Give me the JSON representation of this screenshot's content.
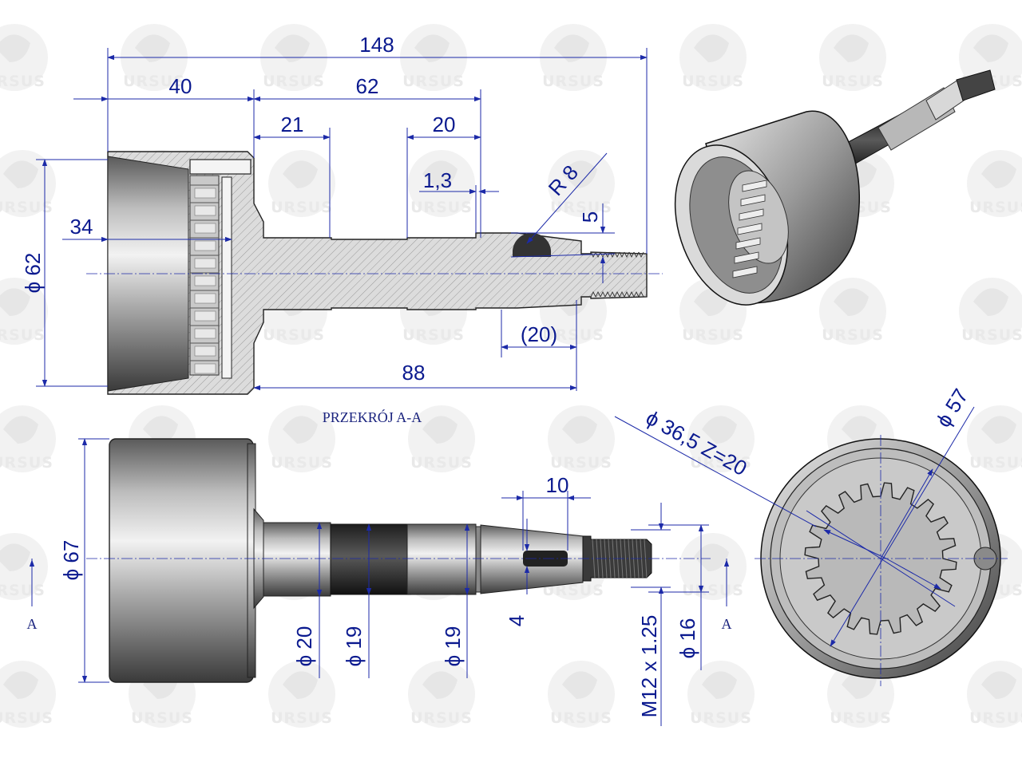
{
  "watermark": {
    "brand": "URSUS"
  },
  "section_label": "PRZEKRÓJ A-A",
  "section_marks": {
    "left": "A",
    "right": "A"
  },
  "dimensions": {
    "overall_length": "148",
    "cup_length": "40",
    "shaft_62": "62",
    "step_21": "21",
    "step_20": "20",
    "groove": "1,3",
    "radius": "R 8",
    "key_depth": "5",
    "bore_34": "34",
    "dia_62": "ϕ 62",
    "ref_20": "(20)",
    "length_88": "88",
    "dia_67": "ϕ 67",
    "dia_20": "ϕ 20",
    "dia_19a": "ϕ 19",
    "dia_19b": "ϕ 19",
    "key_width": "4",
    "key_length": "10",
    "thread": "M12 x 1.25",
    "dia_16": "ϕ 16",
    "spline": "ϕ 36,5  Z=20",
    "dia_57": "ϕ 57"
  }
}
